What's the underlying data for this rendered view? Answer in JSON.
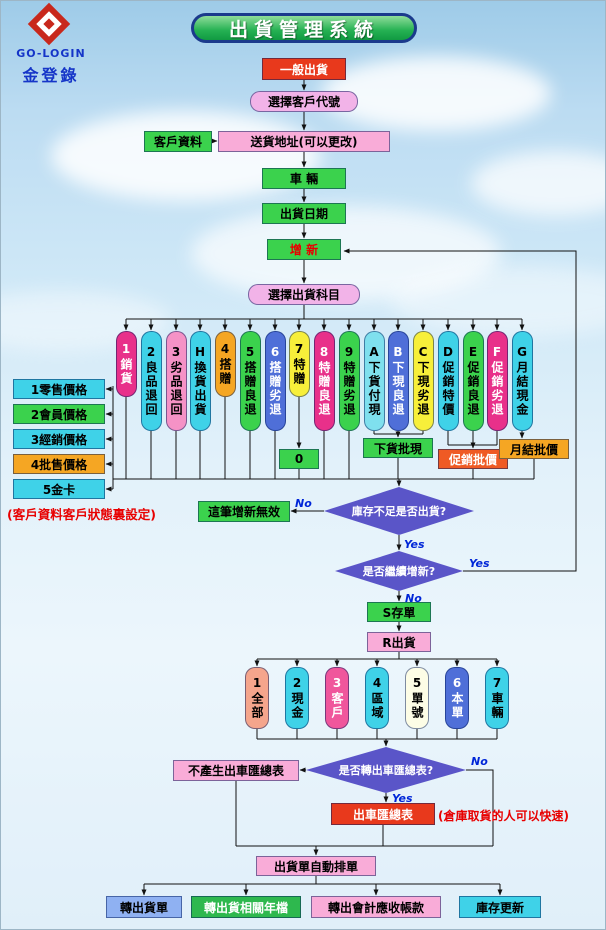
{
  "header": {
    "title": "出貨管理系統",
    "logo_text": "GO-LOGIN",
    "logo_cn": "金登錄"
  },
  "colors": {
    "green": "#3bd24d",
    "cyan": "#3fd2e8",
    "pink": "#f9acd8",
    "lavender_pink": "#f2b3e8",
    "red": "#e8391c",
    "orange": "#f5a623",
    "red_orange": "#ef5a24",
    "diamond_violet": "#5a55c8",
    "deep_pink": "#e8308a",
    "blue": "#4f6fd8",
    "yellow": "#f7ef3a"
  },
  "top_flow": {
    "general_shipping": "一般出貨",
    "select_customer_code": "選擇客戶代號",
    "customer_data": "客戶資料",
    "delivery_address": "送貨地址(可以更改)",
    "vehicle": "車 輛",
    "shipping_date": "出貨日期",
    "add_new": "增 新",
    "select_shipping_subject": "選擇出貨科目"
  },
  "subjects": [
    {
      "label": "1銷貨",
      "bg": "#e8308a",
      "fg": "#ffffff"
    },
    {
      "label": "2良品退回",
      "bg": "#3fd2e8",
      "fg": "#000000"
    },
    {
      "label": "3劣品退回",
      "bg": "#f592c6",
      "fg": "#000000"
    },
    {
      "label": "H換貨出貨",
      "bg": "#3fd2e8",
      "fg": "#000000"
    },
    {
      "label": "4搭贈",
      "bg": "#f5a623",
      "fg": "#000000"
    },
    {
      "label": "5搭贈良退",
      "bg": "#3bd24d",
      "fg": "#000000"
    },
    {
      "label": "6搭贈劣退",
      "bg": "#4f6fd8",
      "fg": "#ffffff"
    },
    {
      "label": "7特贈",
      "bg": "#f7ef3a",
      "fg": "#000000"
    },
    {
      "label": "8特贈良退",
      "bg": "#e8308a",
      "fg": "#ffffff"
    },
    {
      "label": "9特贈劣退",
      "bg": "#3bd24d",
      "fg": "#000000"
    },
    {
      "label": "A下貨付現",
      "bg": "#7fe0ee",
      "fg": "#000000"
    },
    {
      "label": "B下現良退",
      "bg": "#4f6fd8",
      "fg": "#ffffff"
    },
    {
      "label": "C下現劣退",
      "bg": "#f7ef3a",
      "fg": "#000000"
    },
    {
      "label": "D促銷特價",
      "bg": "#3fd2e8",
      "fg": "#000000"
    },
    {
      "label": "E促銷良退",
      "bg": "#3bd24d",
      "fg": "#000000"
    },
    {
      "label": "F促銷劣退",
      "bg": "#e8308a",
      "fg": "#ffffff"
    },
    {
      "label": "G月結現金",
      "bg": "#3fd2e8",
      "fg": "#000000"
    }
  ],
  "price_list": {
    "items": [
      {
        "label": "1零售價格",
        "bg": "#3fd2e8"
      },
      {
        "label": "2會員價格",
        "bg": "#3bd24d"
      },
      {
        "label": "3經銷價格",
        "bg": "#3fd2e8"
      },
      {
        "label": "4批售價格",
        "bg": "#f5a623"
      },
      {
        "label": "5金卡",
        "bg": "#3fd2e8"
      }
    ],
    "note": "(客戶資料客戶狀態裏設定)"
  },
  "mid_boxes": {
    "zero": "0",
    "unload_batch_cash": "下貨批現",
    "promo_batch_price": "促銷批價",
    "monthly_batch_price": "月結批價"
  },
  "decisions": {
    "stock": "庫存不足是否出貨?",
    "continue_add": "是否繼續增新?",
    "vehicle_summary": "是否轉出車匯總表?"
  },
  "branch_labels": {
    "yes": "Yes",
    "no": "No"
  },
  "middle_flow": {
    "invalid": "這筆增新無效",
    "s_slip": "S存單",
    "r_ship": "R出貨"
  },
  "filters": [
    {
      "label": "1全部",
      "bg": "#f5a58c",
      "fg": "#000000"
    },
    {
      "label": "2現金",
      "bg": "#3fd2e8",
      "fg": "#000000"
    },
    {
      "label": "3客戶",
      "bg": "#f0569c",
      "fg": "#ffffff"
    },
    {
      "label": "4區域",
      "bg": "#3fd2e8",
      "fg": "#000000"
    },
    {
      "label": "5單號",
      "bg": "#fdfde6",
      "fg": "#000000"
    },
    {
      "label": "6本單",
      "bg": "#4f6fd8",
      "fg": "#ffffff"
    },
    {
      "label": "7車輛",
      "bg": "#3fd2e8",
      "fg": "#000000"
    }
  ],
  "bottom_flow": {
    "no_summary": "不產生出車匯總表",
    "summary": "出車匯總表",
    "summary_note": "(倉庫取貨的人可以快速)",
    "auto_sort": "出貨單自動排單",
    "outputs": [
      {
        "label": "轉出貨單",
        "bg": "#8fb1f2",
        "fg": "#000000"
      },
      {
        "label": "轉出貨相關年檔",
        "bg": "#2eb84e",
        "fg": "#ffffff"
      },
      {
        "label": "轉出會計應收帳款",
        "bg": "#f9acd8",
        "fg": "#000000"
      },
      {
        "label": "庫存更新",
        "bg": "#3fd2e8",
        "fg": "#000000"
      }
    ]
  }
}
